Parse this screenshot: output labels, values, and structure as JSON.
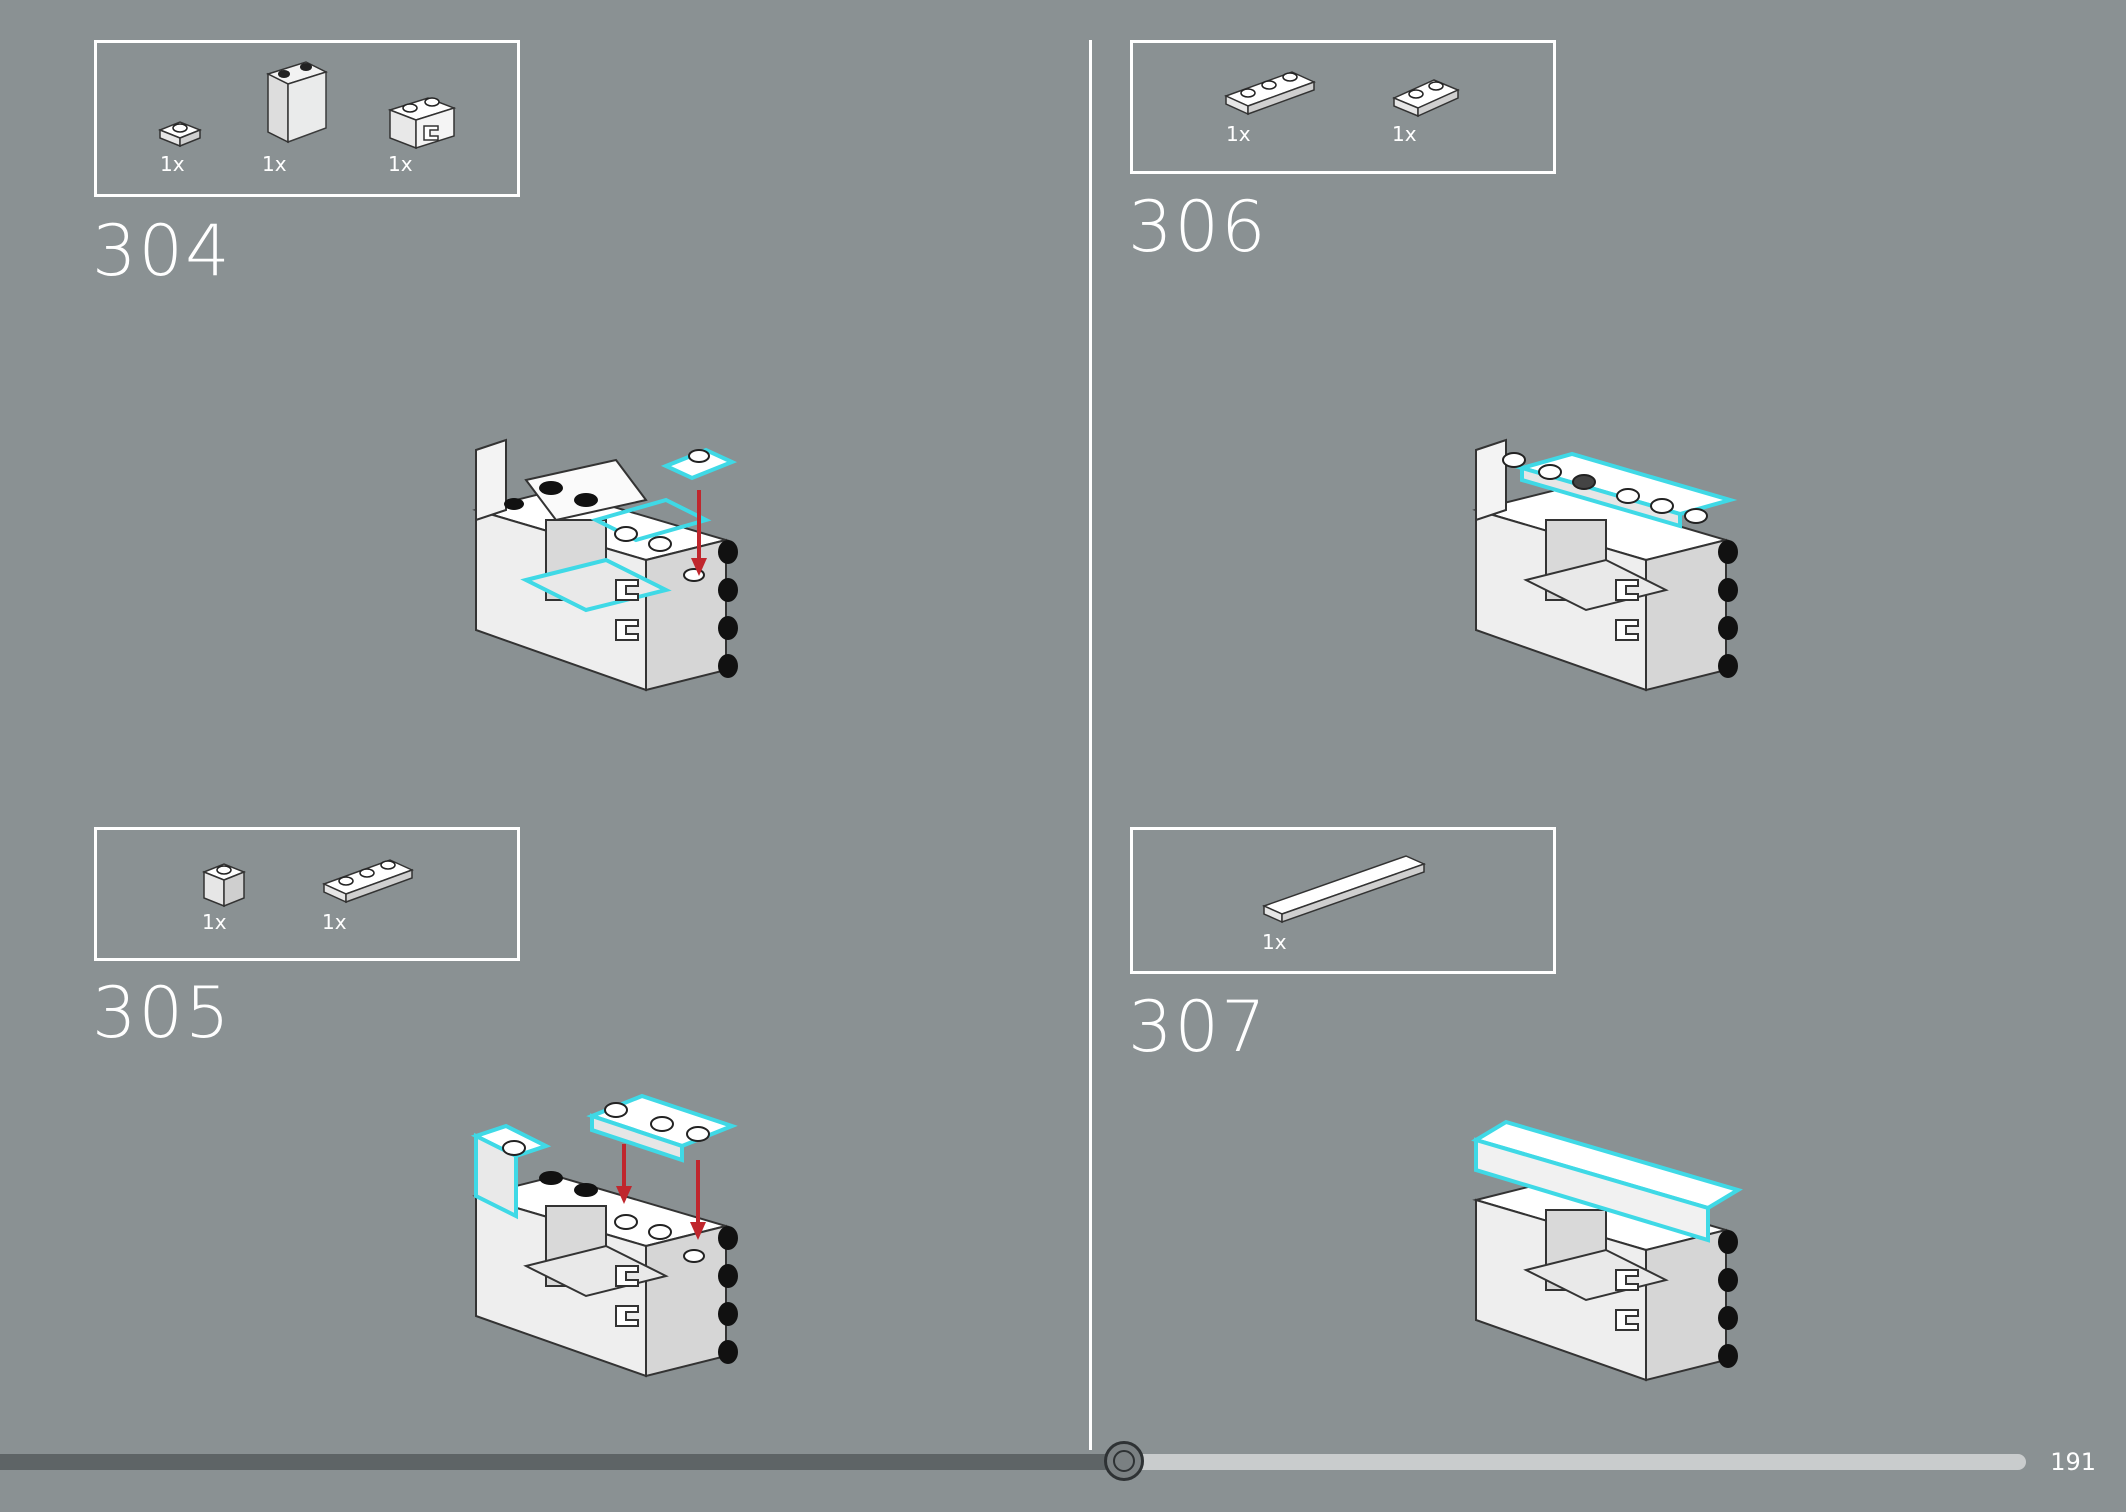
{
  "steps": [
    {
      "number": "304",
      "parts": [
        {
          "qty": "1x",
          "icon": "plate-1x1-icon"
        },
        {
          "qty": "1x",
          "icon": "panel-1x2x2-icon"
        },
        {
          "qty": "1x",
          "icon": "brick-clip-icon"
        }
      ]
    },
    {
      "number": "305",
      "parts": [
        {
          "qty": "1x",
          "icon": "brick-1x1-icon"
        },
        {
          "qty": "1x",
          "icon": "plate-1x3-icon"
        }
      ]
    },
    {
      "number": "306",
      "parts": [
        {
          "qty": "1x",
          "icon": "plate-1x3-icon"
        },
        {
          "qty": "1x",
          "icon": "plate-1x2-icon"
        }
      ]
    },
    {
      "number": "307",
      "parts": [
        {
          "qty": "1x",
          "icon": "tile-1x6-icon"
        }
      ]
    }
  ],
  "page_number": "191",
  "progress": 0.555,
  "colors": {
    "background": "#8a9193",
    "highlight": "#3fd9e6",
    "arrow": "#c0262d"
  }
}
